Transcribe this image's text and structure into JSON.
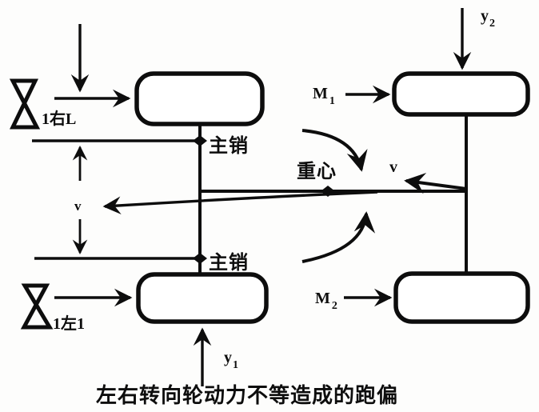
{
  "colors": {
    "ink": "#0d0d0d",
    "paper": "#fdfdfc"
  },
  "diagram": {
    "caption": "左右转向轮动力不等造成的跑偏",
    "labels": {
      "kingpin_top": "主销",
      "kingpin_bottom": "主销",
      "center_of_gravity": "重心",
      "velocity": "v",
      "track_dimension": "v",
      "tire_symbol_top": "1右L",
      "tire_symbol_bottom": "1左1",
      "force_y2": {
        "main": "y",
        "sub": "2"
      },
      "force_y1": {
        "main": "y",
        "sub": "1"
      },
      "moment_m1": {
        "main": "M",
        "sub": "1"
      },
      "moment_m2": {
        "main": "M",
        "sub": "2"
      }
    }
  }
}
